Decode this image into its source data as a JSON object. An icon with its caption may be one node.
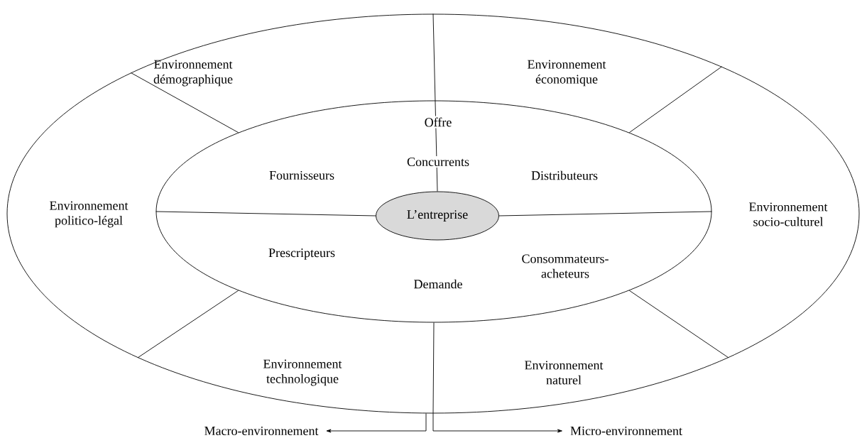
{
  "diagram": {
    "nodes": [
      {
        "text": [],
        "shape": "ellipse"
      },
      {
        "text": [],
        "shape": "ellipse",
        "in": 0
      },
      {
        "text": [
          "L’entreprise"
        ],
        "in": 1
      },
      {
        "text": [
          "Macro-environnement"
        ]
      },
      {
        "text": [
          "Micro-environnement"
        ]
      }
    ],
    "edges": [
      {
        "from": 0,
        "to": 3,
        "arrow": "to"
      },
      {
        "from": 0,
        "to": 4,
        "arrow": "to"
      }
    ],
    "labels": [
      "Environnement démographique",
      "Environnement économique",
      "Offre",
      "Concurrents",
      "Fournisseurs",
      "Distributeurs",
      "Environnement politico-légal",
      "Environnement socio-culturel",
      "Prescripteurs",
      "Consommateurs-acheteurs",
      "Demande",
      "Environnement technologique",
      "Environnement naturel"
    ]
  }
}
